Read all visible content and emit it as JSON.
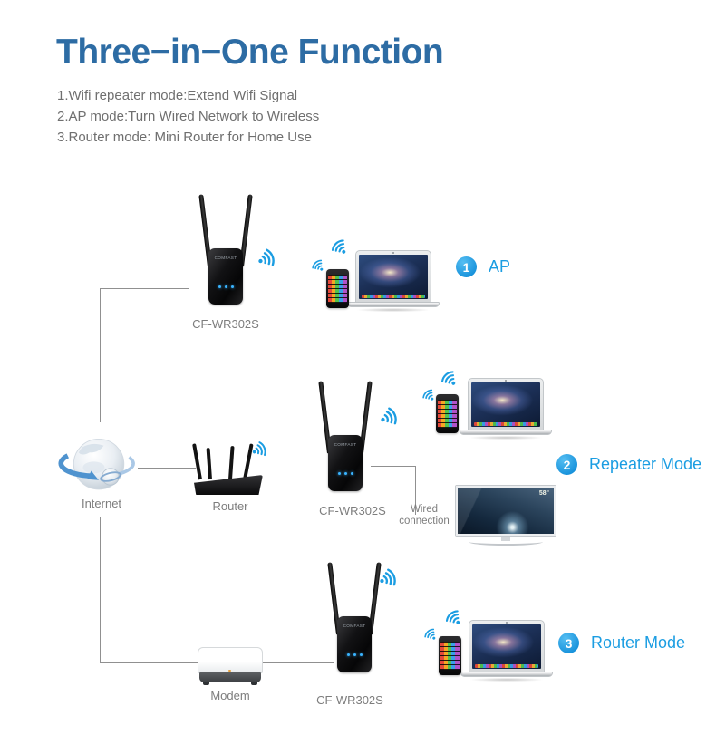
{
  "title": "Three−in−One Function",
  "features": [
    "1.Wifi repeater mode:Extend Wifi Signal",
    "2.AP mode:Turn Wired Network to Wireless",
    "3.Router mode: Mini Router for Home Use"
  ],
  "brand": "COMFAST",
  "sections": {
    "ap": {
      "badge": "1",
      "label": "AP",
      "device_model": "CF-WR302S"
    },
    "repeater": {
      "badge": "2",
      "label": "Repeater Mode",
      "device_model": "CF-WR302S",
      "internet_label": "Internet",
      "router_label": "Router",
      "wired_label": "Wired connection",
      "tv_size": "58\""
    },
    "router": {
      "badge": "3",
      "label": "Router Mode",
      "device_model": "CF-WR302S",
      "modem_label": "Modem"
    }
  },
  "colors": {
    "title": "#2d6ca4",
    "accent": "#1b9de2",
    "body_text": "#6f6f6f",
    "label_text": "#7d7d7d",
    "line": "#909090"
  }
}
